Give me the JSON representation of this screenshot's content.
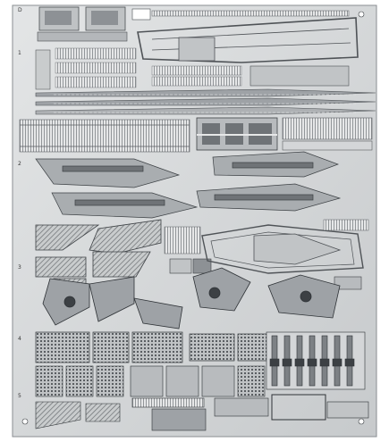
{
  "sheet": {
    "base_color": "#d9dbdc",
    "part_color": "#c4c7c9",
    "line_color": "#5a5e62",
    "dark_color": "#3c4044",
    "highlight_color": "#f2f3f4"
  },
  "labels": {
    "corner_mark": "D",
    "part_number_a": "1",
    "part_number_b": "2",
    "part_number_c": "3",
    "part_number_d": "4",
    "part_number_e": "5"
  }
}
